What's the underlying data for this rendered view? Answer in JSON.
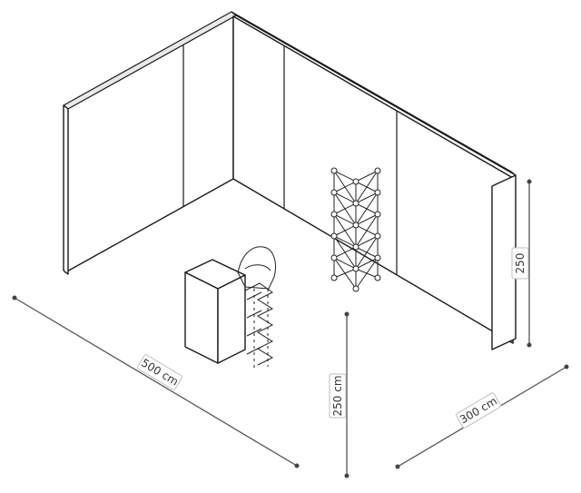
{
  "dimensions": {
    "width_label": "500 cm",
    "depth_label": "300 cm",
    "height_label": "250 cm",
    "wall_height_label": "250"
  },
  "colors": {
    "stroke": "#1a1a1a",
    "dimension": "#555555",
    "wall_top": "#e9e9e9"
  }
}
